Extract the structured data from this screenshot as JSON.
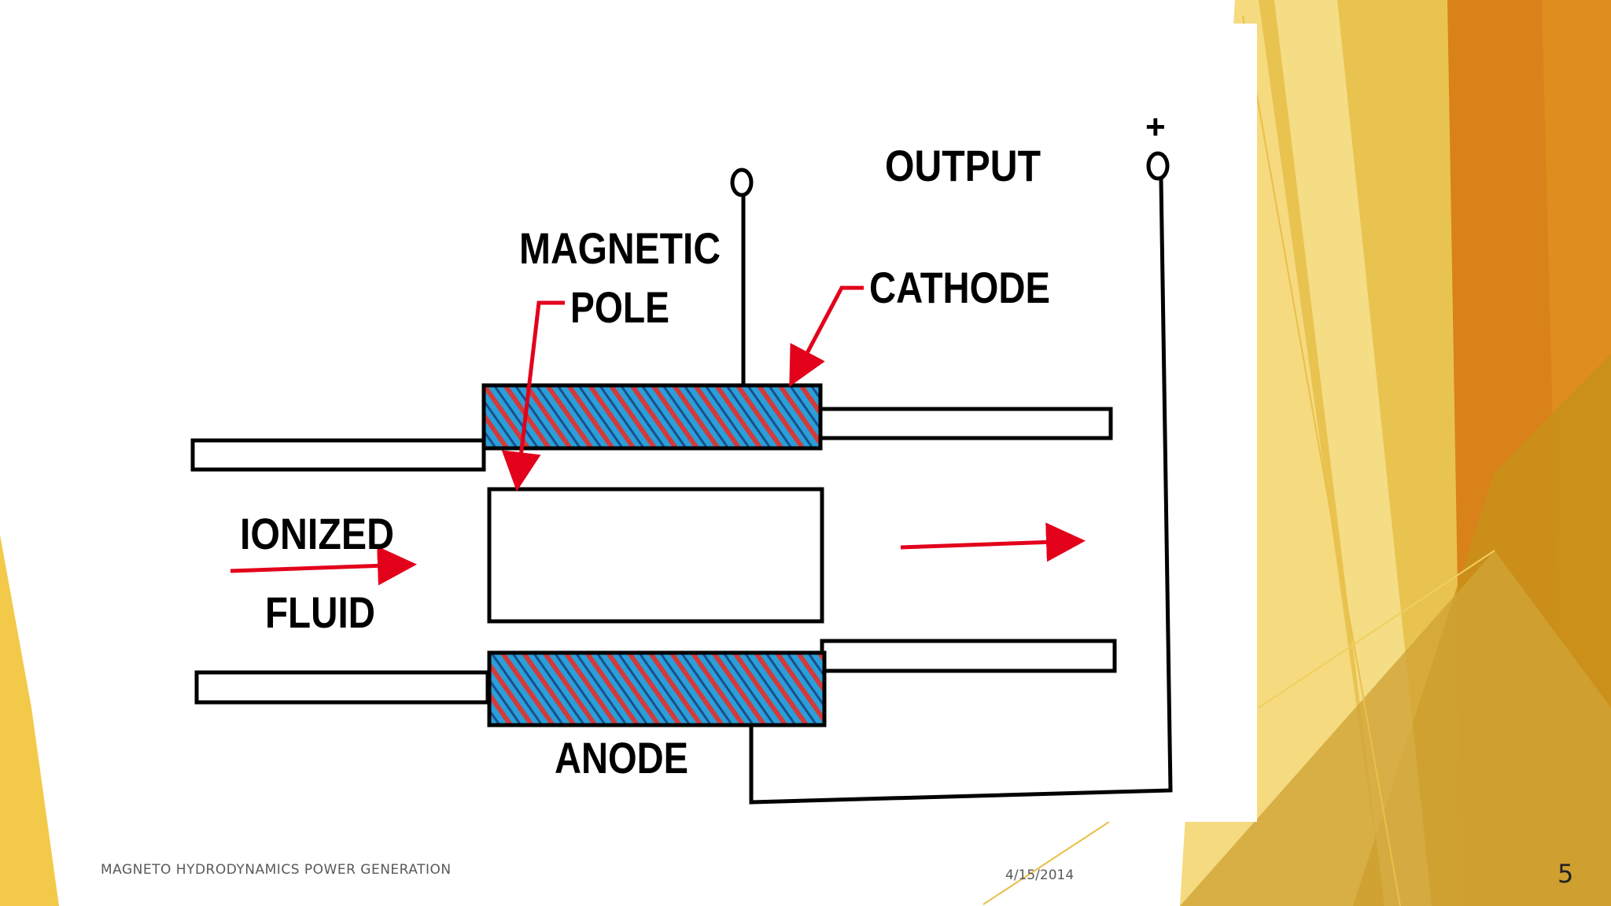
{
  "diagram": {
    "labels": {
      "output": "OUTPUT",
      "plus": "+",
      "magnetic_pole_line1": "MAGNETIC",
      "magnetic_pole_line2": "POLE",
      "cathode": "CATHODE",
      "ionized_fluid_line1": "IONIZED",
      "ionized_fluid_line2": "FLUID",
      "anode": "ANODE"
    }
  },
  "footer": {
    "title": "MAGNETO HYDRODYNAMICS POWER GENERATION",
    "date": "4/15/2014",
    "slide_number": "5"
  },
  "colors": {
    "accent_yellow": "#E8B83A",
    "accent_orange": "#D9821A",
    "hatch_blue": "#2A9FD8",
    "hatch_red": "#D43A3A",
    "arrow_red": "#E3001B"
  }
}
